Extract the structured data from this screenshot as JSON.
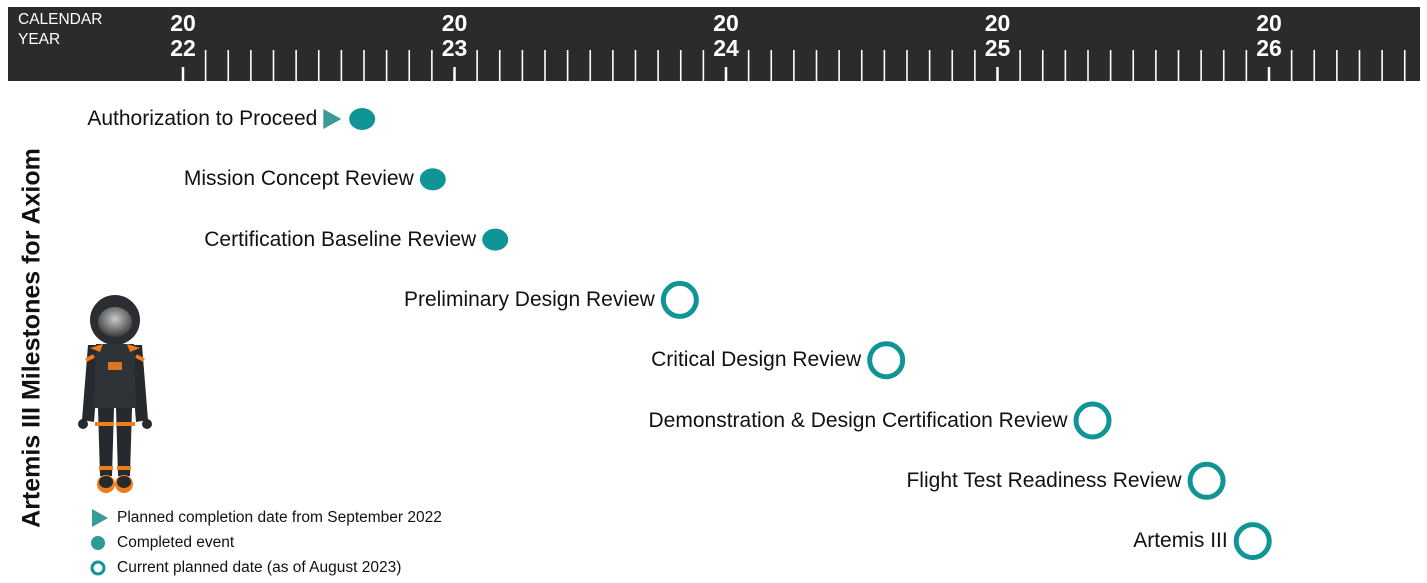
{
  "timeline": {
    "label": "CALENDAR\nYEAR",
    "years": [
      {
        "top": "20",
        "bottom": "22"
      },
      {
        "top": "20",
        "bottom": "23"
      },
      {
        "top": "20",
        "bottom": "24"
      },
      {
        "top": "20",
        "bottom": "25"
      },
      {
        "top": "20",
        "bottom": "26"
      }
    ]
  },
  "chart_data": {
    "type": "timeline",
    "title": "Artemis III Milestones for Axiom",
    "xlim": [
      2021.4,
      2026.6
    ],
    "colors": {
      "teal": "#0f9596",
      "planned_triangle": "#3a9b94",
      "bar": "#2b2b2b"
    },
    "milestones": [
      {
        "label": "Authorization to Proceed",
        "planned": 2022.55,
        "actual": 2022.66,
        "status": "completed"
      },
      {
        "label": "Mission Concept Review",
        "actual": 2022.92,
        "status": "completed"
      },
      {
        "label": "Certification Baseline Review",
        "actual": 2023.15,
        "status": "completed"
      },
      {
        "label": "Preliminary Design Review",
        "current": 2023.83,
        "status": "planned"
      },
      {
        "label": "Critical Design Review",
        "current": 2024.59,
        "status": "planned"
      },
      {
        "label": "Demonstration & Design Certification Review",
        "current": 2025.35,
        "status": "planned"
      },
      {
        "label": "Flight Test Readiness Review",
        "current": 2025.77,
        "status": "planned"
      },
      {
        "label": "Artemis III",
        "current": 2025.94,
        "status": "planned"
      }
    ],
    "legend": [
      {
        "symbol": "triangle",
        "label": "Planned completion date from September 2022"
      },
      {
        "symbol": "filled-circle",
        "label": "Completed event"
      },
      {
        "symbol": "open-circle",
        "label": "Current planned date (as of August 2023)"
      }
    ]
  }
}
